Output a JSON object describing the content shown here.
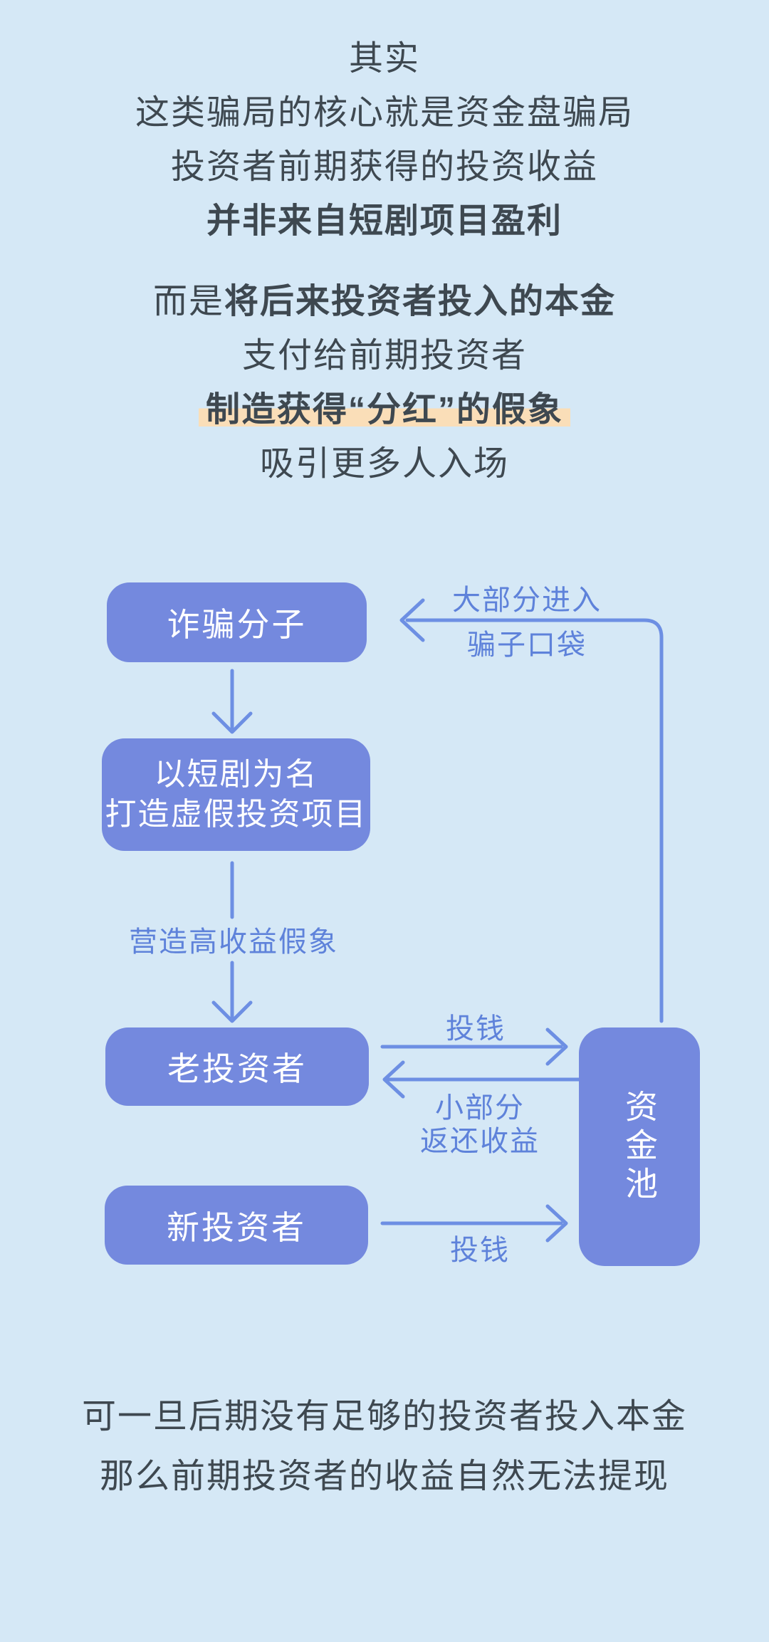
{
  "colors": {
    "bg": "#d5e8f6",
    "box-blue": "#7489de",
    "arrow-blue": "#6d8fe3",
    "label-blue": "#5e82da",
    "text-dark": "#3e4850",
    "highlight": "#fadeb8",
    "box-text": "#ffffff"
  },
  "intro": {
    "line1": "其实",
    "line2": "这类骗局的核心就是资金盘骗局",
    "line3": "投资者前期获得的投资收益",
    "line4_bold": "并非来自短剧项目盈利"
  },
  "para2": {
    "line1_regular": "而是",
    "line1_bold": "将后来投资者投入的本金",
    "line2": "支付给前期投资者",
    "line3_highlight": "制造获得“分红”的假象",
    "line4": "吸引更多人入场"
  },
  "flow": {
    "scammer_label": "诈骗分子",
    "project_line1": "以短剧为名",
    "project_line2": "打造虚假投资项目",
    "old_investor_label": "老投资者",
    "new_investor_label": "新投资者",
    "pool_label": "资金池",
    "edge_high_yield": "营造高收益假象",
    "edge_most_line1": "大部分进入",
    "edge_most_line2": "骗子口袋",
    "edge_invest_top": "投钱",
    "edge_return_line1": "小部分",
    "edge_return_line2": "返还收益",
    "edge_invest_bottom": "投钱"
  },
  "outro": {
    "line1": "可一旦后期没有足够的投资者投入本金",
    "line2": "那么前期投资者的收益自然无法提现"
  }
}
